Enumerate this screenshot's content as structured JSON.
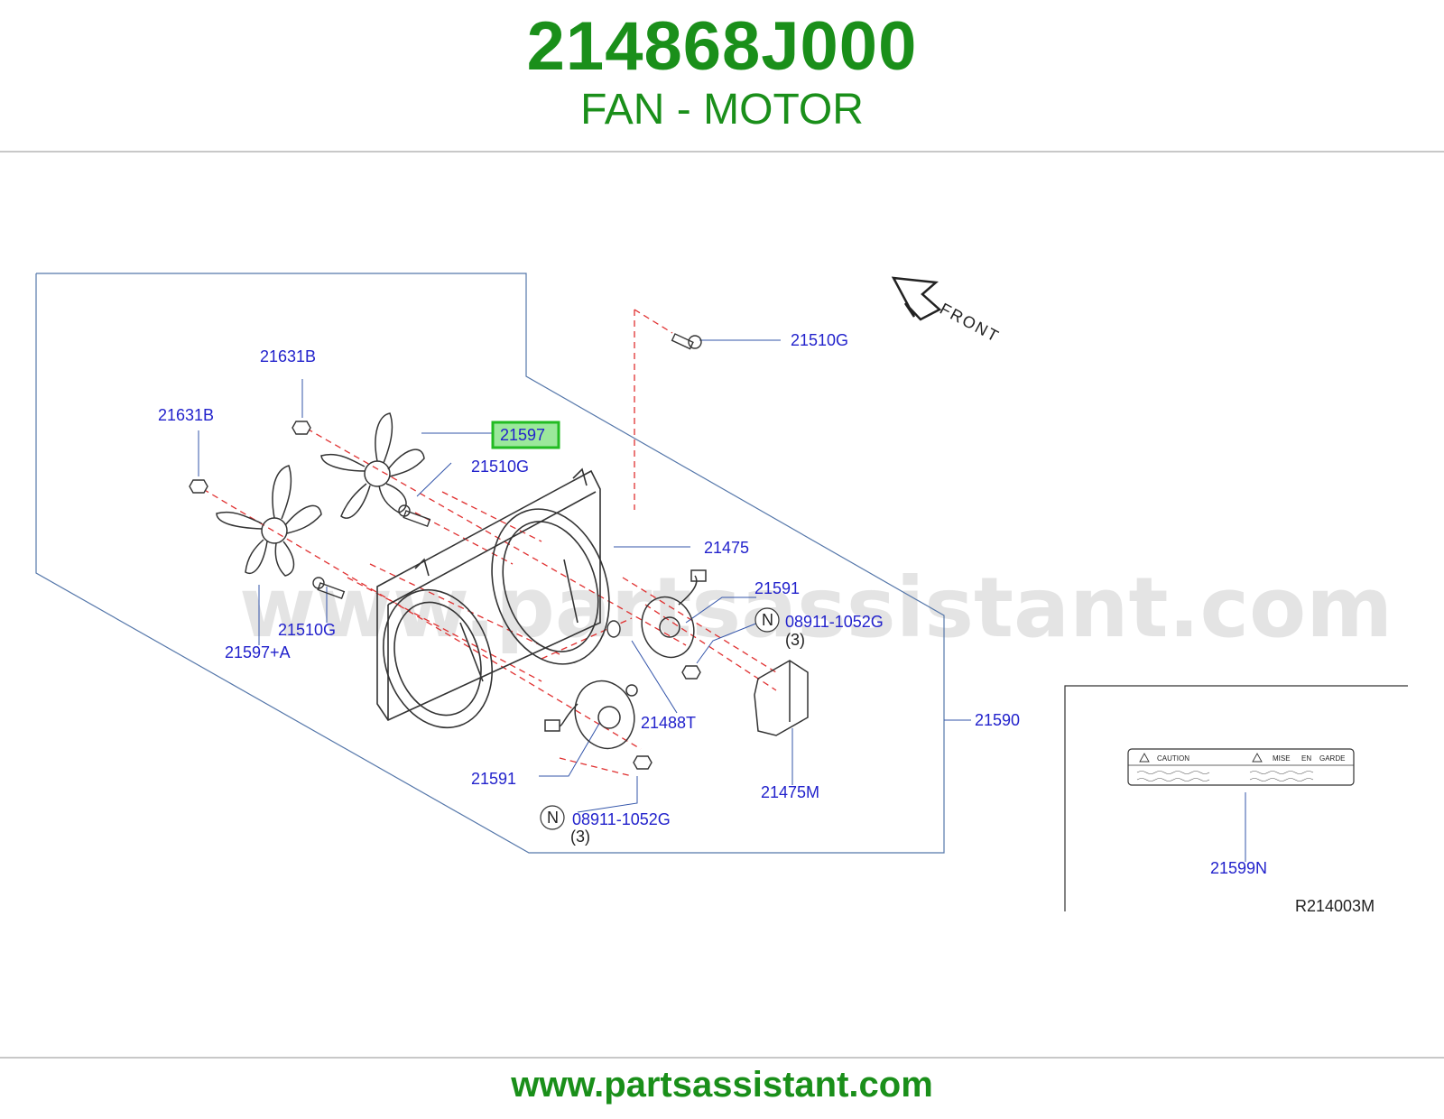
{
  "header": {
    "part_number": "214868J000",
    "part_name": "FAN - MOTOR"
  },
  "footer": {
    "url": "www.partsassistant.com"
  },
  "diagram": {
    "watermark": "www.partsassistant.com",
    "front_label": "FRONT",
    "reference_code": "R214003M",
    "highlighted_part": "21597",
    "callouts": {
      "c_21510G_top": "21510G",
      "c_21631B_a": "21631B",
      "c_21631B_b": "21631B",
      "c_21597": "21597",
      "c_21510G_mid": "21510G",
      "c_21475": "21475",
      "c_21591_a": "21591",
      "c_08911_a": "08911-1052G",
      "c_qty_a": "(3)",
      "c_21510G_low": "21510G",
      "c_21597A": "21597+A",
      "c_21488T": "21488T",
      "c_21590": "21590",
      "c_21591_b": "21591",
      "c_21475M": "21475M",
      "c_08911_b": "08911-1052G",
      "c_qty_b": "(3)",
      "c_21599N": "21599N",
      "n_a": "N",
      "n_b": "N"
    },
    "caution_label": {
      "caution": "CAUTION",
      "mise": "MISE",
      "en": "EN",
      "garde": "GARDE"
    },
    "colors": {
      "brand_green": "#1a8f1a",
      "callout_blue": "#2222cc",
      "highlight_fill": "#9be89b",
      "highlight_border": "#22bb22",
      "leader_red": "#e03030",
      "frame_blue": "#5577aa"
    }
  }
}
